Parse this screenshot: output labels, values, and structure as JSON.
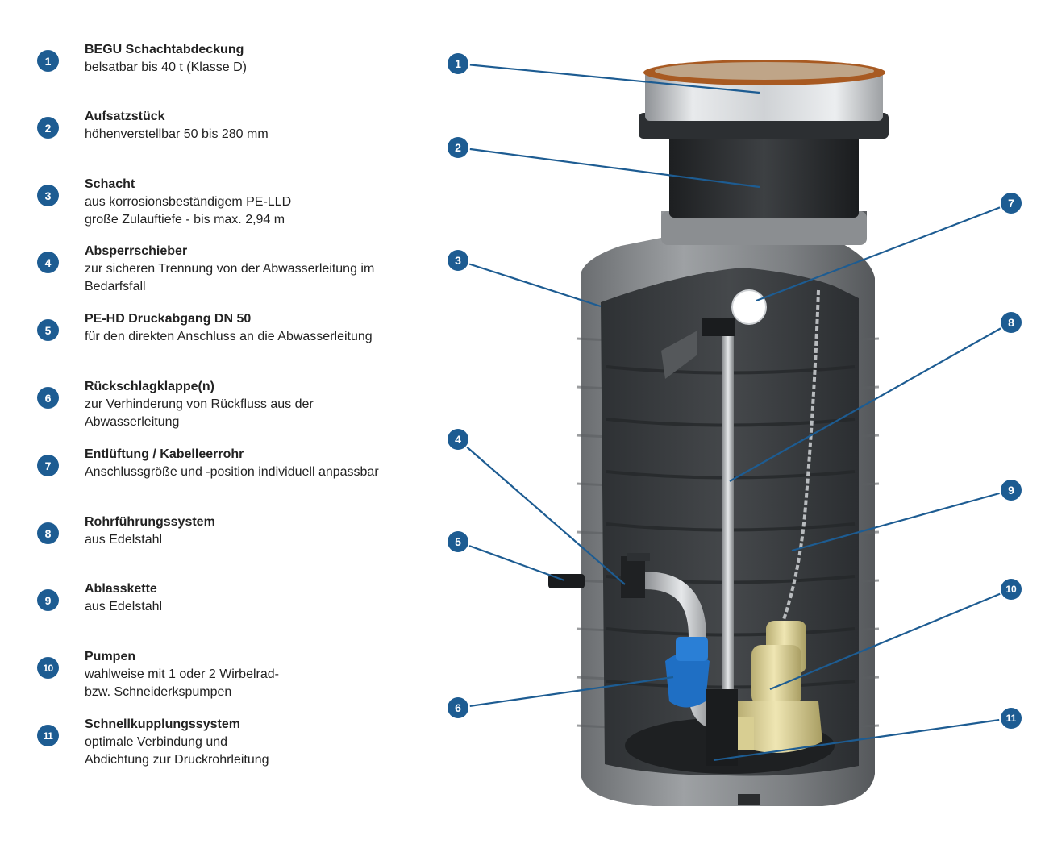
{
  "legend": [
    {
      "num": "1",
      "title": "BEGU Schachtabdeckung",
      "desc": [
        "belsatbar bis 40 t (Klasse D)"
      ]
    },
    {
      "num": "2",
      "title": "Aufsatzstück",
      "desc": [
        "höhenverstellbar 50 bis 280 mm"
      ]
    },
    {
      "num": "3",
      "title": "Schacht",
      "desc": [
        "aus korrosionsbeständigem PE-LLD",
        "große Zulauftiefe - bis max. 2,94 m"
      ]
    },
    {
      "num": "4",
      "title": "Absperrschieber",
      "desc": [
        "zur sicheren Trennung von der Abwasserleitung im",
        "Bedarfsfall"
      ]
    },
    {
      "num": "5",
      "title": "PE-HD Druckabgang DN 50",
      "desc": [
        "für den direkten Anschluss an die Abwasserleitung"
      ]
    },
    {
      "num": "6",
      "title": "Rückschlagklappe(n)",
      "desc": [
        "zur Verhinderung von Rückfluss aus der",
        "Abwasserleitung"
      ]
    },
    {
      "num": "7",
      "title": "Entlüftung / Kabelleerrohr",
      "desc": [
        "Anschlussgröße und -position individuell anpassbar"
      ]
    },
    {
      "num": "8",
      "title": "Rohrführungssystem",
      "desc": [
        "aus Edelstahl"
      ]
    },
    {
      "num": "9",
      "title": "Ablasskette",
      "desc": [
        "aus Edelstahl"
      ]
    },
    {
      "num": "10",
      "title": "Pumpen",
      "desc": [
        "wahlweise mit 1 oder 2 Wirbelrad-",
        "bzw. Schneiderkspumpen"
      ]
    },
    {
      "num": "11",
      "title": "Schnellkupplungssystem",
      "desc": [
        "optimale Verbindung und",
        "Abdichtung zur Druckrohrleitung"
      ]
    }
  ],
  "colors": {
    "accent": "#1d5c92",
    "shaft": "#3a3d40",
    "lid": "#b5652a",
    "pump": "#e6dca0",
    "valve": "#1f6fc4"
  }
}
